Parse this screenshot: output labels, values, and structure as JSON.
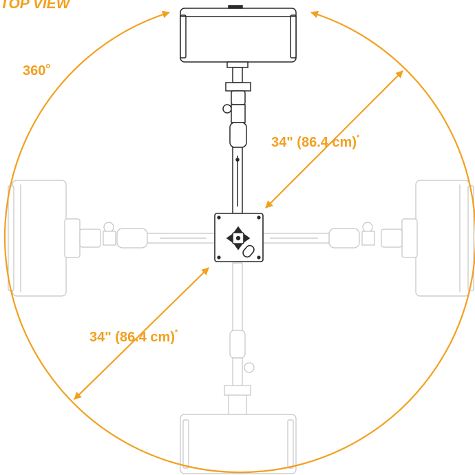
{
  "diagram": {
    "title": "TOP VIEW",
    "rotation": {
      "value": "360",
      "unit_symbol": "o"
    },
    "dimensions": [
      {
        "id": "upper-right",
        "text": "34\" (86.4 cm)",
        "footnote_mark": "*"
      },
      {
        "id": "lower-left",
        "text": "34\" (86.4 cm)",
        "footnote_mark": "*"
      }
    ],
    "colors": {
      "accent": "#f2a01f",
      "active_speaker": "#333333",
      "ghost_speaker": "#bdbdbd"
    },
    "speaker_positions": [
      {
        "id": "top",
        "state": "active"
      },
      {
        "id": "left",
        "state": "ghost"
      },
      {
        "id": "right",
        "state": "ghost"
      },
      {
        "id": "bottom",
        "state": "ghost"
      }
    ],
    "icons": [
      "rotation-arc-arrow-icon",
      "dimension-arrow-icon",
      "mount-plate-icon"
    ]
  }
}
